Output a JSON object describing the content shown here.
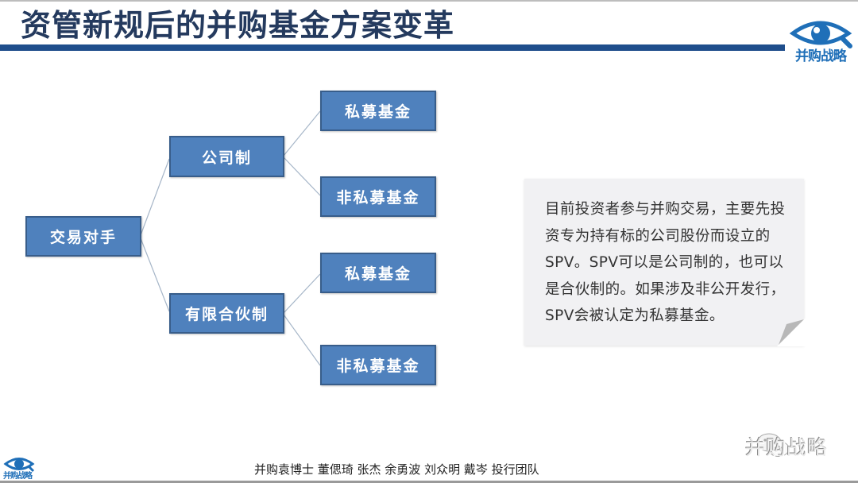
{
  "header": {
    "title": "资管新规后的并购基金方案变革",
    "logo_text": "并购战略",
    "colors": {
      "title": "#243a5e",
      "bar": "#1f4e8c",
      "logo": "#1f6fb8"
    }
  },
  "diagram": {
    "root": {
      "label": "交易对手"
    },
    "branches": [
      {
        "label": "公司制",
        "children": [
          {
            "label": "私募基金"
          },
          {
            "label": "非私募基金"
          }
        ]
      },
      {
        "label": "有限合伙制",
        "children": [
          {
            "label": "私募基金"
          },
          {
            "label": "非私募基金"
          }
        ]
      }
    ],
    "colors": {
      "node_fill": "#4f81bd",
      "node_border": "#385d8a",
      "connector": "#a6b6c8"
    }
  },
  "note": {
    "text": "目前投资者参与并购交易，主要先投资专为持有标的公司股份而设立的SPV。SPV可以是公司制的，也可以是合伙制的。如果涉及非公开发行，SPV会被认定为私募基金。"
  },
  "footer": {
    "logo_text": "并购战略",
    "credits": "并购袁博士 董偲琦 张杰 余勇波 刘众明 戴岑 投行团队",
    "wechat_label": "并购战略",
    "wechat_icon": "wechat-icon"
  }
}
